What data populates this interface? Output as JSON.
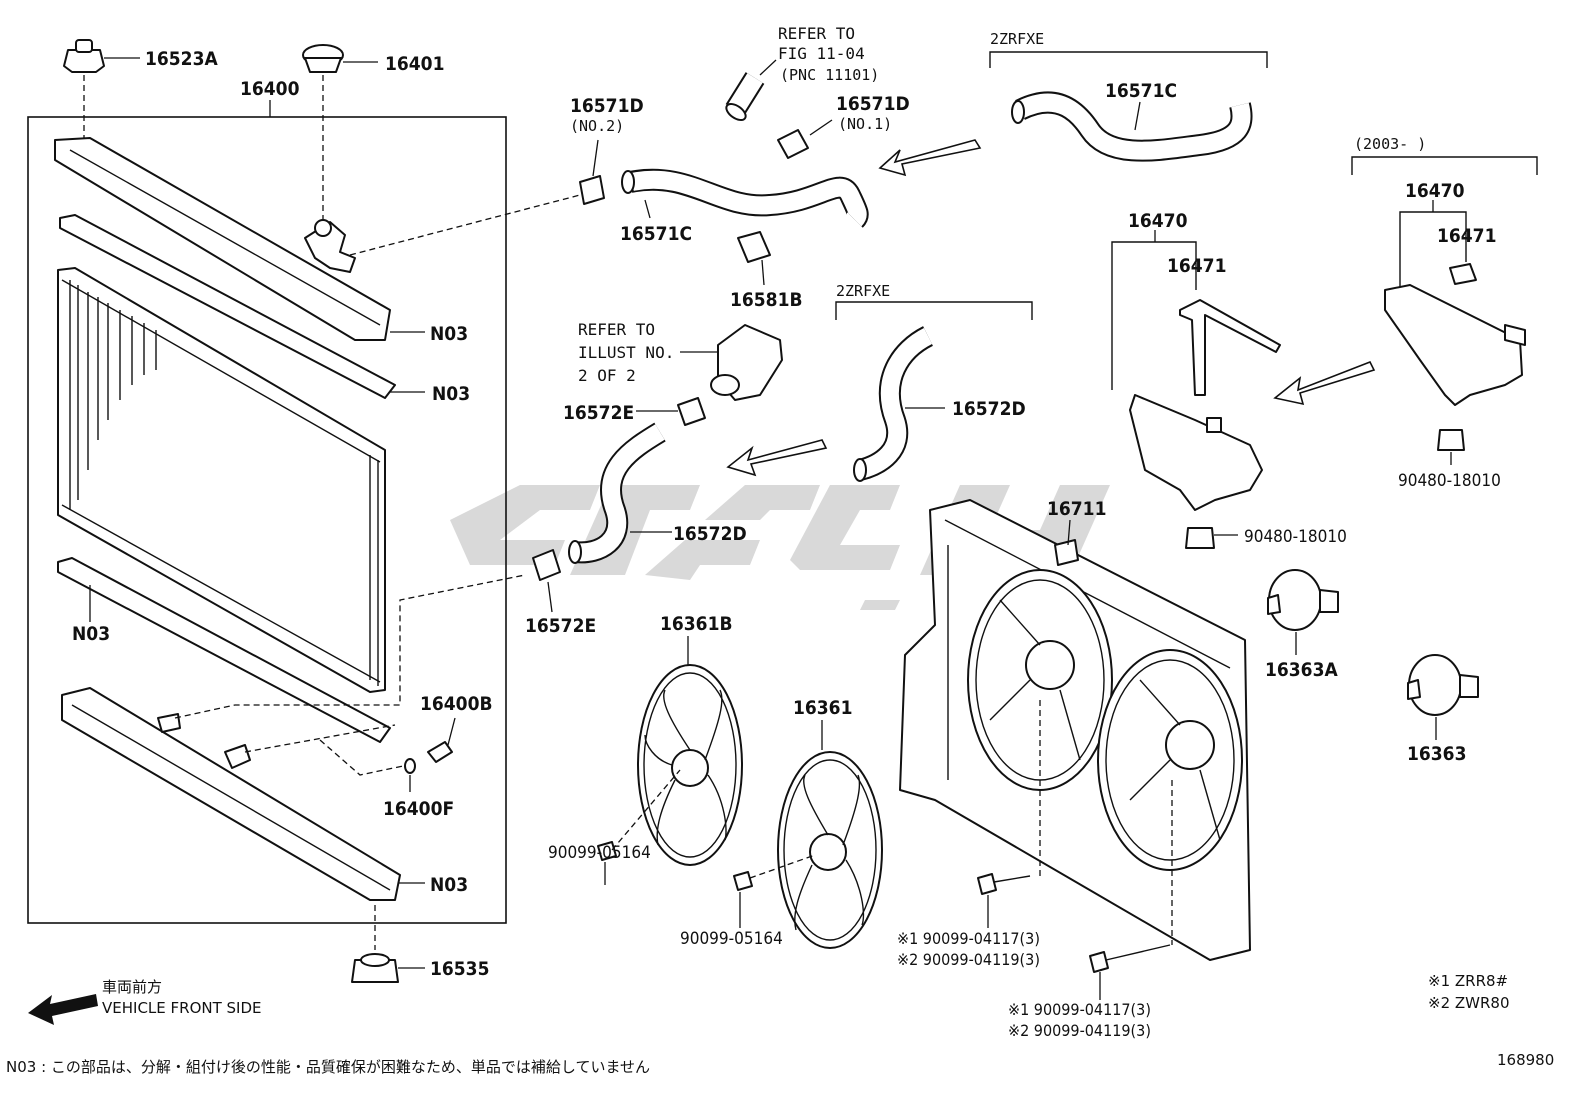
{
  "diagram_code": "168980",
  "labels": {
    "p16523a": "16523A",
    "p16401": "16401",
    "p16400": "16400",
    "n03_a": "N03",
    "n03_b": "N03",
    "n03_c": "N03",
    "n03_d": "N03",
    "p16400b": "16400B",
    "p16400f": "16400F",
    "p16535": "16535",
    "p16571d_no2": "16571D",
    "p16571d_no2_sub": "(NO.2)",
    "p16571d_no1": "16571D",
    "p16571d_no1_sub": "(NO.1)",
    "p16571c_a": "16571C",
    "p16571c_b": "16571C",
    "p16581b": "16581B",
    "p16572e_a": "16572E",
    "p16572e_b": "16572E",
    "p16572d_a": "16572D",
    "p16572d_b": "16572D",
    "p16361b": "16361B",
    "p16361": "16361",
    "p90099_05164_a": "90099-05164",
    "p90099_05164_b": "90099-05164",
    "p16711": "16711",
    "p16470_a": "16470",
    "p16470_b": "16470",
    "p16471_a": "16471",
    "p16471_b": "16471",
    "p90480_a": "90480-18010",
    "p90480_b": "90480-18010",
    "p16363a": "16363A",
    "p16363": "16363",
    "bolt_a1": "※1 90099-04117(3)",
    "bolt_a2": "※2 90099-04119(3)",
    "bolt_b1": "※1 90099-04117(3)",
    "bolt_b2": "※2 90099-04119(3)"
  },
  "references": {
    "fig_line1": "REFER TO",
    "fig_line2": "FIG 11-04",
    "fig_line3": "(PNC 11101)",
    "illust_line1": "REFER TO",
    "illust_line2": "ILLUST NO.",
    "illust_line3": "2 OF 2"
  },
  "groups": {
    "engine_a": "2ZRFXE",
    "engine_b": "2ZRFXE",
    "date_range": "(2003-      )"
  },
  "legend": {
    "mark1": "※1 ZRR8#",
    "mark2": "※2 ZWR80"
  },
  "front_side": {
    "jp": "車両前方",
    "en": "VEHICLE FRONT SIDE"
  },
  "footnote": "N03 : この部品は、分解・組付け後の性能・品質確保が困難なため、単品では補給していません",
  "colors": {
    "line": "#111111",
    "watermark": "#d9d9d9",
    "background": "#ffffff"
  }
}
